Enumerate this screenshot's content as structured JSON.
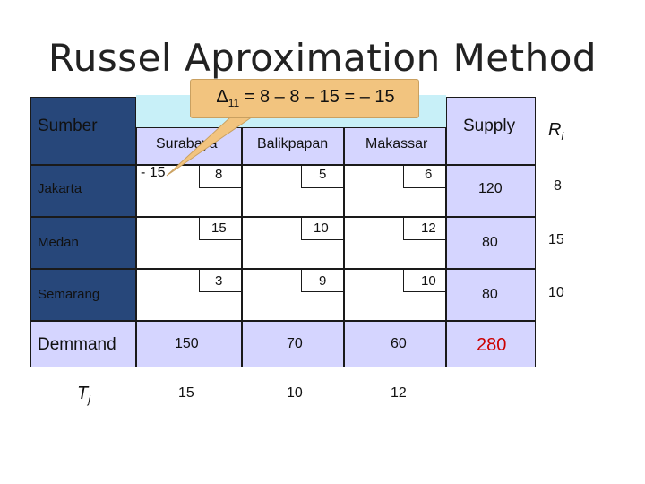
{
  "title": "Russel Aproximation Method",
  "callout": {
    "delta": "Δ",
    "sub": "11",
    "expr": " = 8 – 8 – 15 = – 15"
  },
  "row_header": "Sumber",
  "col_headers": [
    "Surabaya",
    "Balikpapan",
    "Makassar"
  ],
  "supply_header": "Supply",
  "ri_header": "R",
  "ri_sub": "i",
  "rows": [
    {
      "name": "Jakarta",
      "costs": [
        "8",
        "5",
        "6"
      ],
      "supply": "120",
      "ri": "8",
      "delta_note": "- 15"
    },
    {
      "name": "Medan",
      "costs": [
        "15",
        "10",
        "12"
      ],
      "supply": "80",
      "ri": "15"
    },
    {
      "name": "Semarang",
      "costs": [
        "3",
        "9",
        "10"
      ],
      "supply": "80",
      "ri": "10"
    }
  ],
  "demand_label": "Demmand",
  "demand": [
    "150",
    "70",
    "60"
  ],
  "total": "280",
  "tj_label": "T",
  "tj_sub": "j",
  "tj": [
    "15",
    "10",
    "12"
  ],
  "colors": {
    "header_dark": "#27477a",
    "lavender": "#d5d5ff",
    "callout": "#f2c47f",
    "total_red": "#cc0000",
    "teal": "#c8f0f8"
  }
}
